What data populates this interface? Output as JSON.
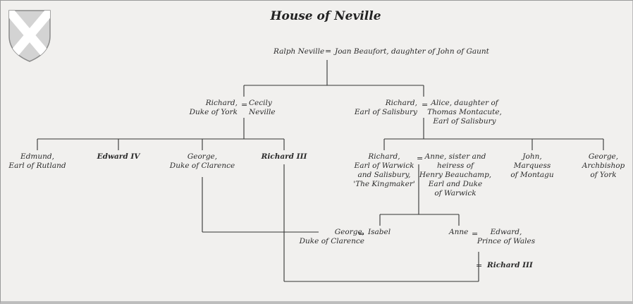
{
  "title": "House of Neville",
  "colors": {
    "background": "#f1f0ee",
    "line": "#333333",
    "shield_field": "#d3d3d3",
    "shield_saltire": "#ffffff"
  },
  "icon": "saltire-shield-icon",
  "equals": "=",
  "people": {
    "ralph": "Ralph Neville",
    "joan": "Joan Beaufort, daughter of John of Gaunt",
    "richard_york": [
      "Richard,",
      "Duke of York"
    ],
    "cecily": [
      "Cecily",
      "Neville"
    ],
    "richard_salisbury": [
      "Richard,",
      "Earl of Salisbury"
    ],
    "alice": [
      "Alice, daughter of",
      "Thomas Montacute,",
      "Earl of Salisbury"
    ],
    "edmund": [
      "Edmund,",
      "Earl of Rutland"
    ],
    "edward_iv": "Edward IV",
    "george_clarence": [
      "George,",
      "Duke of Clarence"
    ],
    "richard_iii": "Richard III",
    "richard_warwick": [
      "Richard,",
      "Earl of Warwick",
      "and Salisbury,",
      "'The Kingmaker'"
    ],
    "anne_beauchamp": [
      "Anne, sister and",
      "heiress of",
      "Henry Beauchamp,",
      "Earl and Duke",
      "of Warwick"
    ],
    "john_montagu": [
      "John,",
      "Marquess",
      "of Montagu"
    ],
    "george_york": [
      "George,",
      "Archbishop",
      "of York"
    ],
    "george_clarence_2": [
      "George,",
      "Duke of Clarence"
    ],
    "isabel": "Isabel",
    "anne": "Anne",
    "edward_wales": [
      "Edward,",
      "Prince of Wales"
    ],
    "richard_iii_2": "Richard III"
  }
}
